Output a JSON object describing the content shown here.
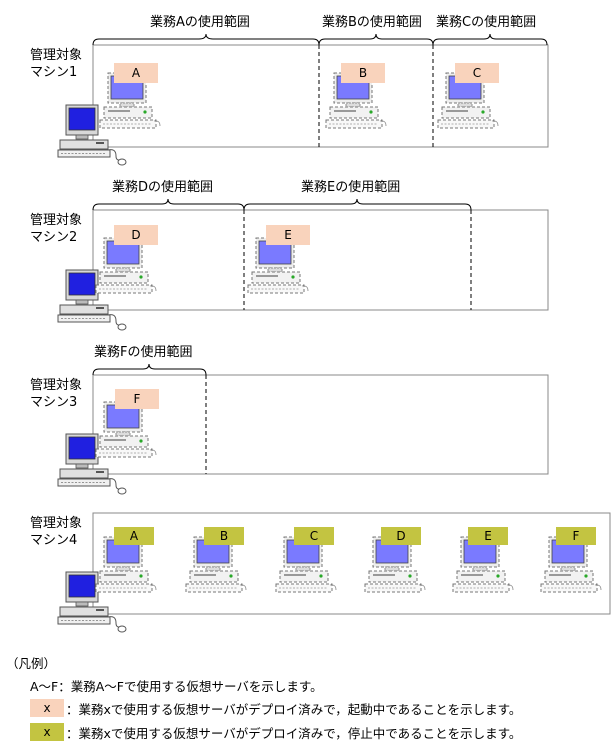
{
  "colors": {
    "running": "#f9d3bc",
    "stopped": "#c3c441",
    "monitor_blue": "#4a4aff",
    "frame": "#888888"
  },
  "icons": {
    "managed_machine": "desktop-computer-icon",
    "virtual_server": "virtual-computer-icon"
  },
  "machines": [
    {
      "name": "管理対象\nマシン1",
      "ranges": [
        "業務Aの使用範囲",
        "業務Bの使用範囲",
        "業務Cの使用範囲"
      ],
      "servers": [
        {
          "label": "A",
          "state": "running"
        },
        {
          "label": "B",
          "state": "running"
        },
        {
          "label": "C",
          "state": "running"
        }
      ]
    },
    {
      "name": "管理対象\nマシン2",
      "ranges": [
        "業務Dの使用範囲",
        "業務Eの使用範囲"
      ],
      "servers": [
        {
          "label": "D",
          "state": "running"
        },
        {
          "label": "E",
          "state": "running"
        }
      ]
    },
    {
      "name": "管理対象\nマシン3",
      "ranges": [
        "業務Fの使用範囲"
      ],
      "servers": [
        {
          "label": "F",
          "state": "running"
        }
      ]
    },
    {
      "name": "管理対象\nマシン4",
      "ranges": [],
      "servers": [
        {
          "label": "A",
          "state": "stopped"
        },
        {
          "label": "B",
          "state": "stopped"
        },
        {
          "label": "C",
          "state": "stopped"
        },
        {
          "label": "D",
          "state": "stopped"
        },
        {
          "label": "E",
          "state": "stopped"
        },
        {
          "label": "F",
          "state": "stopped"
        }
      ]
    }
  ],
  "legend": {
    "title": "（凡例）",
    "range_text": "A～F：業務A～Fで使用する仮想サーバを示します。",
    "running_sample": "x",
    "running_text": "：業務xで使用する仮想サーバがデプロイ済みで，起動中であることを示します。",
    "stopped_sample": "x",
    "stopped_text": "：業務xで使用する仮想サーバがデプロイ済みで，停止中であることを示します。"
  }
}
